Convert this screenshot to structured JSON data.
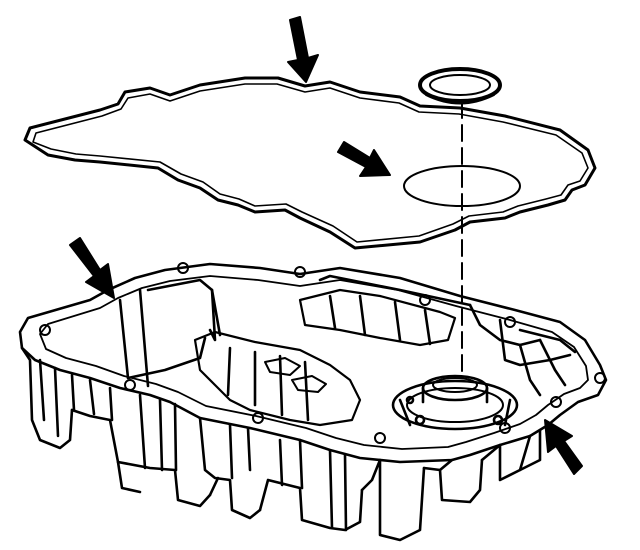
{
  "figure": {
    "kind": "exploded-view line drawing",
    "components": [
      {
        "id": "gasket",
        "icon": "gasket-outline"
      },
      {
        "id": "o-ring-seal",
        "icon": "o-ring-icon"
      },
      {
        "id": "oil-pan",
        "icon": "oil-pan-icon"
      },
      {
        "id": "filter-bore-area",
        "icon": "ellipse-outline"
      }
    ],
    "callout_arrows": [
      {
        "id": "arrow-gasket-top",
        "icon": "arrow-down-icon"
      },
      {
        "id": "arrow-gasket-hole",
        "icon": "arrow-right-down-icon"
      },
      {
        "id": "arrow-pan-flange-left",
        "icon": "arrow-right-down-icon"
      },
      {
        "id": "arrow-pan-flange-right",
        "icon": "arrow-up-left-icon"
      }
    ],
    "colors": {
      "line": "#000000",
      "background": "#ffffff"
    }
  }
}
